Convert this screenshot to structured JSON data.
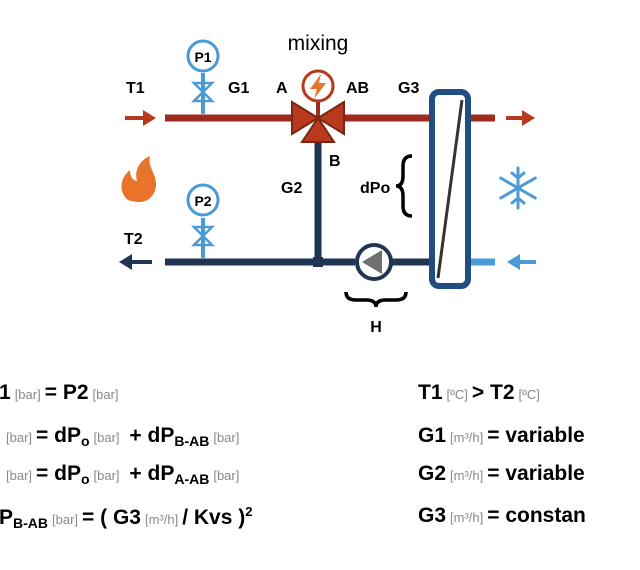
{
  "diagram": {
    "title": "mixing",
    "labels": {
      "t1": "T1",
      "t2": "T2",
      "g1": "G1",
      "g2": "G2",
      "g3": "G3",
      "a": "A",
      "ab": "AB",
      "b": "B",
      "dpo": "dPo",
      "h": "H",
      "p1": "P1",
      "p2": "P2"
    },
    "colors": {
      "hot": "#9e2b1d",
      "cold": "#1f3552",
      "blue": "#4a9ad8",
      "gauge": "#4a9ad8",
      "valve": "#b83a1e",
      "flame": "#e8732a",
      "snow": "#4a9ad8"
    },
    "icons": {
      "flame": "flame-icon",
      "snow": "snowflake-icon",
      "actuator": "lightning-icon",
      "pump": "pump-icon",
      "gauge": "pressure-gauge-icon",
      "valve": "ball-valve-icon"
    }
  },
  "equations": {
    "left": [
      {
        "a": "1",
        "u1": "[bar]",
        "op": "=",
        "b": "P2",
        "u2": "[bar]"
      },
      {
        "u0": "[bar]",
        "op": "=",
        "b": "dP",
        "bsub": "o",
        "u1": "[bar]",
        "plus": "+",
        "c": "dP",
        "csub": "B-AB",
        "u2": "[bar]"
      },
      {
        "u0": "[bar]",
        "op": "=",
        "b": "dP",
        "bsub": "o",
        "u1": "[bar]",
        "plus": "+",
        "c": "dP",
        "csub": "A-AB",
        "u2": "[bar]"
      },
      {
        "a": "P",
        "asub": "B-AB",
        "u0": "[bar]",
        "op": "= ( G3",
        "u1": "[m³/h]",
        "c": "/ Kvs )",
        "csup": "2"
      }
    ],
    "right": [
      {
        "a": "T1",
        "u1": "[ºC]",
        "op": "> T2",
        "u2": "[ºC]"
      },
      {
        "a": "G1",
        "u1": "[m³/h]",
        "rest": "= variable"
      },
      {
        "a": "G2",
        "u1": "[m³/h]",
        "rest": "= variable"
      },
      {
        "a": "G3",
        "u1": "[m³/h]",
        "rest": "= constan"
      }
    ]
  }
}
